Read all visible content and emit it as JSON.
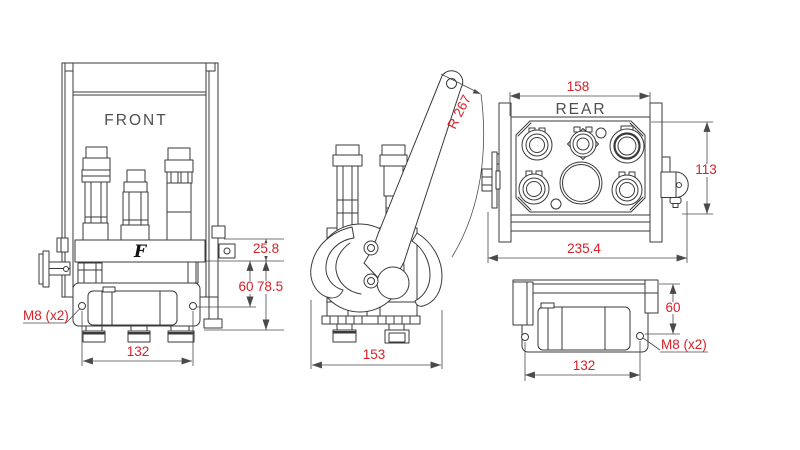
{
  "title": "Hydraulic valve technical drawing",
  "colors": {
    "line": "#3a3a3a",
    "dim": "#d92027",
    "dimline": "#4a4a4a",
    "label": "#4f4f4f",
    "logo": "#101010",
    "bg": "#ffffff"
  },
  "views": {
    "front": {
      "label": "FRONT",
      "logo": "F",
      "dim_bar_thickness": "25.8",
      "dim_hole_offset": "60",
      "dim_total_height": "78.5",
      "dim_hole_spacing": "132",
      "thread_note": "M8 (x2)"
    },
    "side": {
      "dim_width": "153",
      "lever_radius": "R 267"
    },
    "rear": {
      "label": "REAR",
      "dim_width": "158",
      "dim_height": "113",
      "dim_total_width": "235.4"
    },
    "bottom": {
      "dim_hole_offset": "60",
      "dim_hole_spacing": "132",
      "thread_note": "M8 (x2)"
    }
  }
}
